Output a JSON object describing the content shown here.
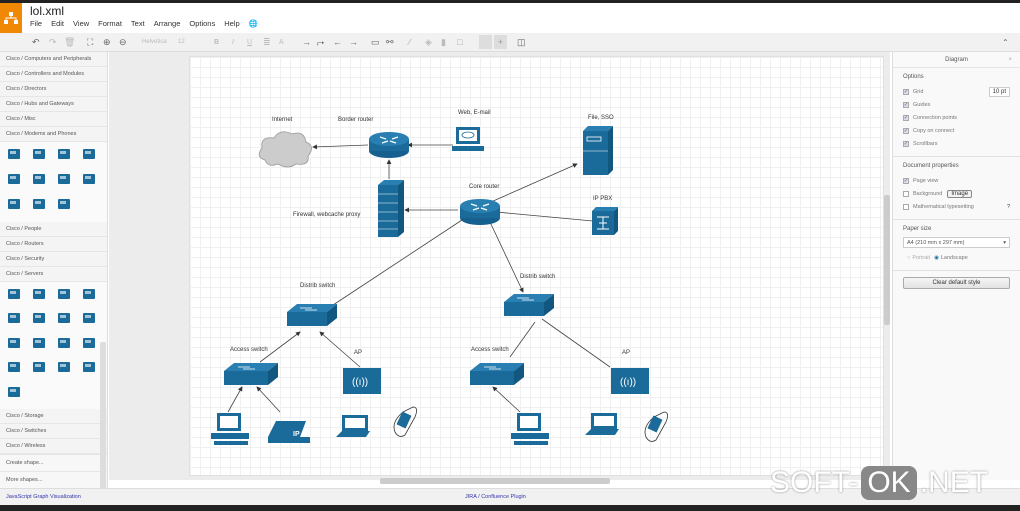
{
  "app": {
    "title": "lol.xml",
    "brand_color": "#f08705",
    "accent": "#1a6b9a"
  },
  "menu": [
    "File",
    "Edit",
    "View",
    "Format",
    "Text",
    "Arrange",
    "Options",
    "Help"
  ],
  "toolbar": {
    "font": "Helvetica",
    "font_size": "12"
  },
  "sidebar": {
    "categories_top": [
      "Cisco / Computers and Peripherals",
      "Cisco / Controllers and Modules",
      "Cisco / Directors",
      "Cisco / Hubs and Gateways",
      "Cisco / Misc",
      "Cisco / Modems and Phones"
    ],
    "categories_mid": [
      "Cisco / People",
      "Cisco / Routers",
      "Cisco / Security",
      "Cisco / Servers"
    ],
    "categories_bottom": [
      "Cisco / Storage",
      "Cisco / Switches",
      "Cisco / Wireless"
    ],
    "create_shape": "Create shape...",
    "more_shapes": "More shapes..."
  },
  "diagram": {
    "labels": {
      "internet": "Internet",
      "border_router": "Border router",
      "web_email": "Web, E-mail",
      "file_sso": "File, SSO",
      "core_router": "Core router",
      "firewall": "Firewall, webcache proxy",
      "ip_pbx": "IP PBX",
      "distrib_left": "Distrib switch",
      "distrib_right": "Distrib switch",
      "access_left": "Access switch",
      "access_right": "Access switch",
      "ap_left": "AP",
      "ap_right": "AP"
    }
  },
  "panel": {
    "title": "Diagram",
    "options_title": "Options",
    "options": [
      {
        "label": "Grid",
        "checked": true
      },
      {
        "label": "Guides",
        "checked": true
      },
      {
        "label": "Connection points",
        "checked": true
      },
      {
        "label": "Copy on connect",
        "checked": true
      },
      {
        "label": "Scrollbars",
        "checked": true
      }
    ],
    "grid_size": "10 pt",
    "doc_title": "Document properties",
    "page_view": "Page view",
    "background": "Background",
    "image_btn": "Image",
    "math": "Mathematical typesetting",
    "help": "?",
    "paper_title": "Paper size",
    "paper_value": "A4 (210 mm x 297 mm)",
    "portrait": "Portrait",
    "landscape": "Landscape",
    "clear_style": "Clear default style"
  },
  "footer": {
    "left": "JavaScript Graph Visualization",
    "center": "JIRA / Confluence Plugin"
  },
  "watermark": {
    "a": "SOFT-",
    "b": "OK",
    "c": ".NET"
  }
}
